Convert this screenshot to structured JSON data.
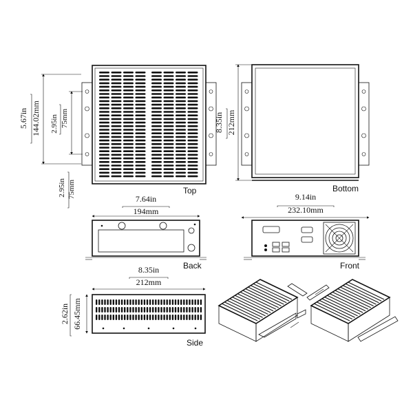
{
  "views": {
    "top": {
      "label": "Top",
      "width_in": "5.67in",
      "width_mm": "144.02mm",
      "slot_in": "2.95in",
      "slot_mm": "75mm",
      "gap_in": "2.95in",
      "gap_mm": "75mm"
    },
    "bottom": {
      "label": "Bottom",
      "height_in": "8.35in",
      "height_mm": "212mm"
    },
    "back": {
      "label": "Back",
      "width_in": "7.64in",
      "width_mm": "194mm"
    },
    "front": {
      "label": "Front",
      "width_in": "9.14in",
      "width_mm": "232.10mm"
    },
    "side": {
      "label": "Side",
      "width_in": "8.35in",
      "width_mm": "212mm",
      "height_in": "2.62in",
      "height_mm": "66.45mm"
    }
  }
}
